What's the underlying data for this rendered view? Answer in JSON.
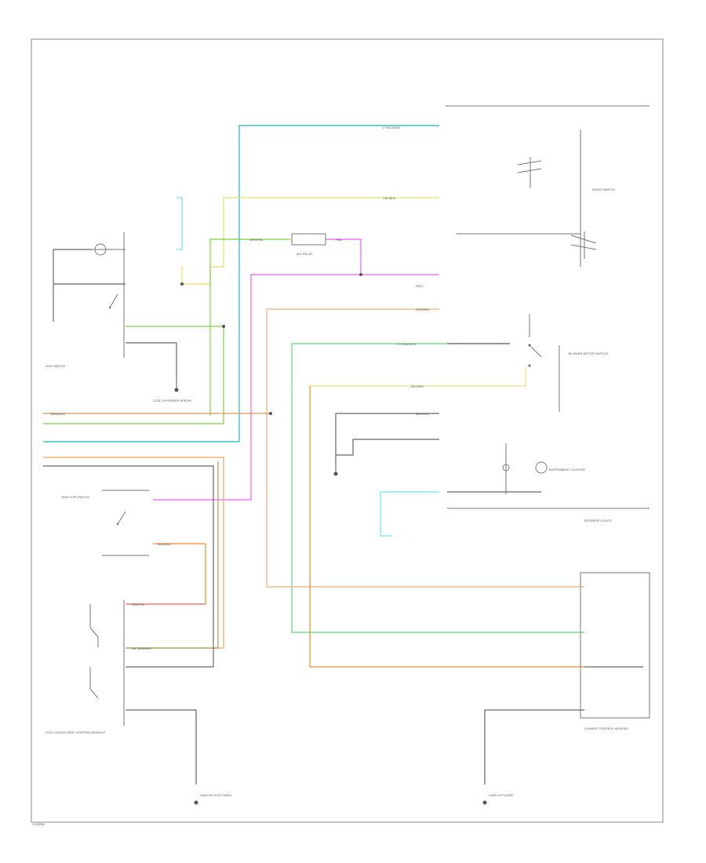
{
  "diagram": {
    "footer_code": "F9Z3RB",
    "labels": {
      "sw_lower_left": "HU5 SWITCH",
      "g_left_top": "G101 LH FENDER APRON",
      "ctrl_module_left": "HTD COOLED SEAT CONTROL MODULE",
      "sw_mid_left": "SEAT HTR SWITCH",
      "ctrl_module_right": "CLIMATE CONTROL MODULE",
      "g_bottom_left": "G200 RH KICK PANEL",
      "g_bottom_right": "G300 LH FLOOR",
      "sw_top_right": "DOOR SWITCH",
      "sw_right_mid": "BLOWER MOTOR SWITCH",
      "cluster_right": "INSTRUMENT CLUSTER",
      "interior_lights": "INTERIOR LIGHTS",
      "node_mid": "S201",
      "relay_label": "A/C RELAY",
      "w_lb": "LT BLU/BLK",
      "w_yel": "YEL/BLK",
      "w_grn": "GRN/YEL",
      "w_pnk": "PNK",
      "w_org": "ORG/BLK",
      "w_lgn": "LT GRN/WHT",
      "w_ylr": "YEL/RED",
      "w_blk": "BLK/WHT",
      "w_brn": "BRN/WHT",
      "w_red": "RED/YEL",
      "w_dgn": "DK GRN/WHT",
      "w_tan": "TAN/ORG"
    }
  }
}
